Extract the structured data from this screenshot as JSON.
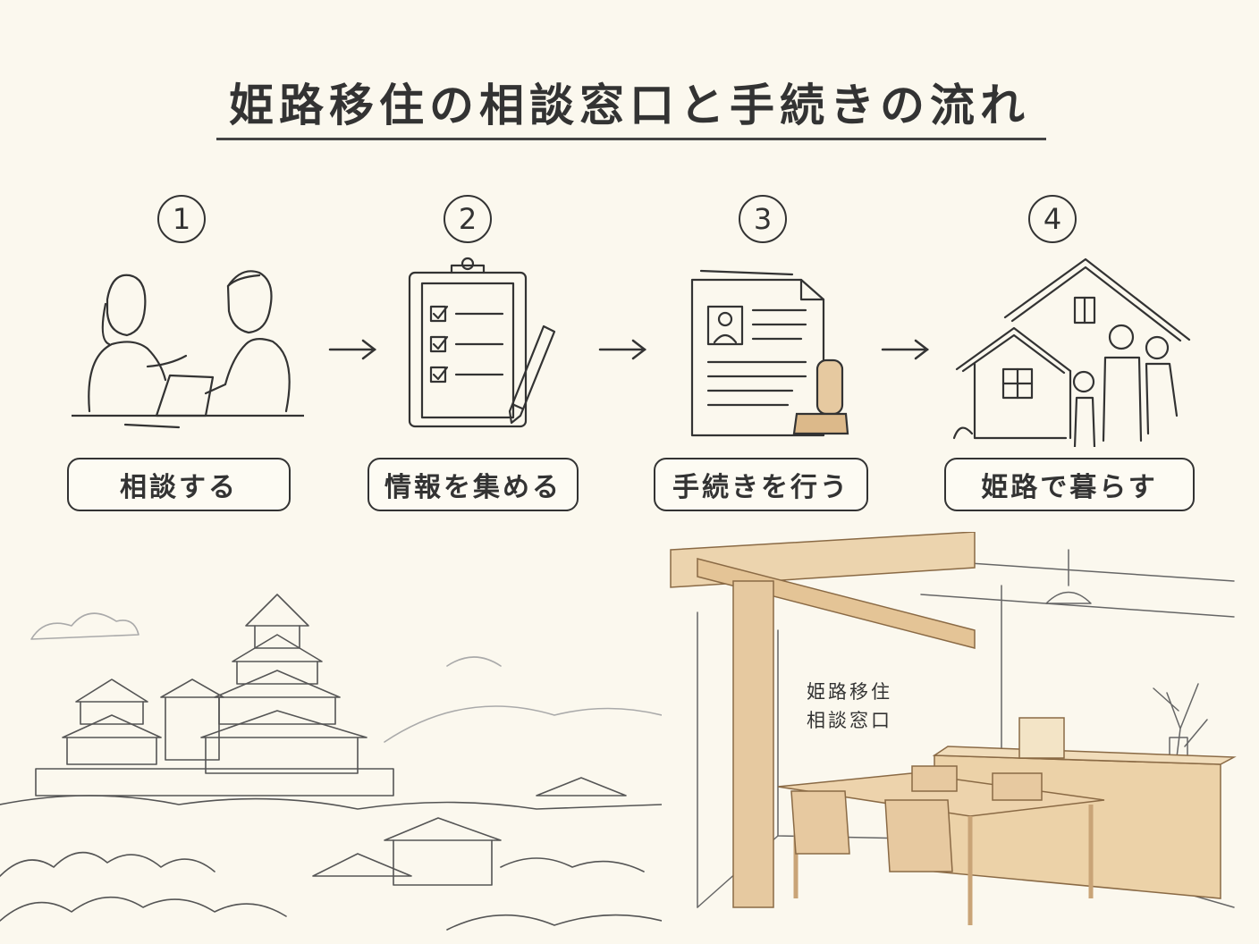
{
  "title": "姫路移住の相談窓口と手続きの流れ",
  "steps": [
    {
      "number": "1",
      "label": "相談する",
      "icon": "consultation-icon"
    },
    {
      "number": "2",
      "label": "情報を集める",
      "icon": "clipboard-checklist-icon"
    },
    {
      "number": "3",
      "label": "手続きを行う",
      "icon": "document-stamp-icon"
    },
    {
      "number": "4",
      "label": "姫路で暮らす",
      "icon": "family-house-icon"
    }
  ],
  "sign": {
    "line1": "姫路移住",
    "line2": "相談窓口"
  },
  "colors": {
    "background": "#fbf8ee",
    "ink": "#333333",
    "wood": "#e6c9a0"
  }
}
